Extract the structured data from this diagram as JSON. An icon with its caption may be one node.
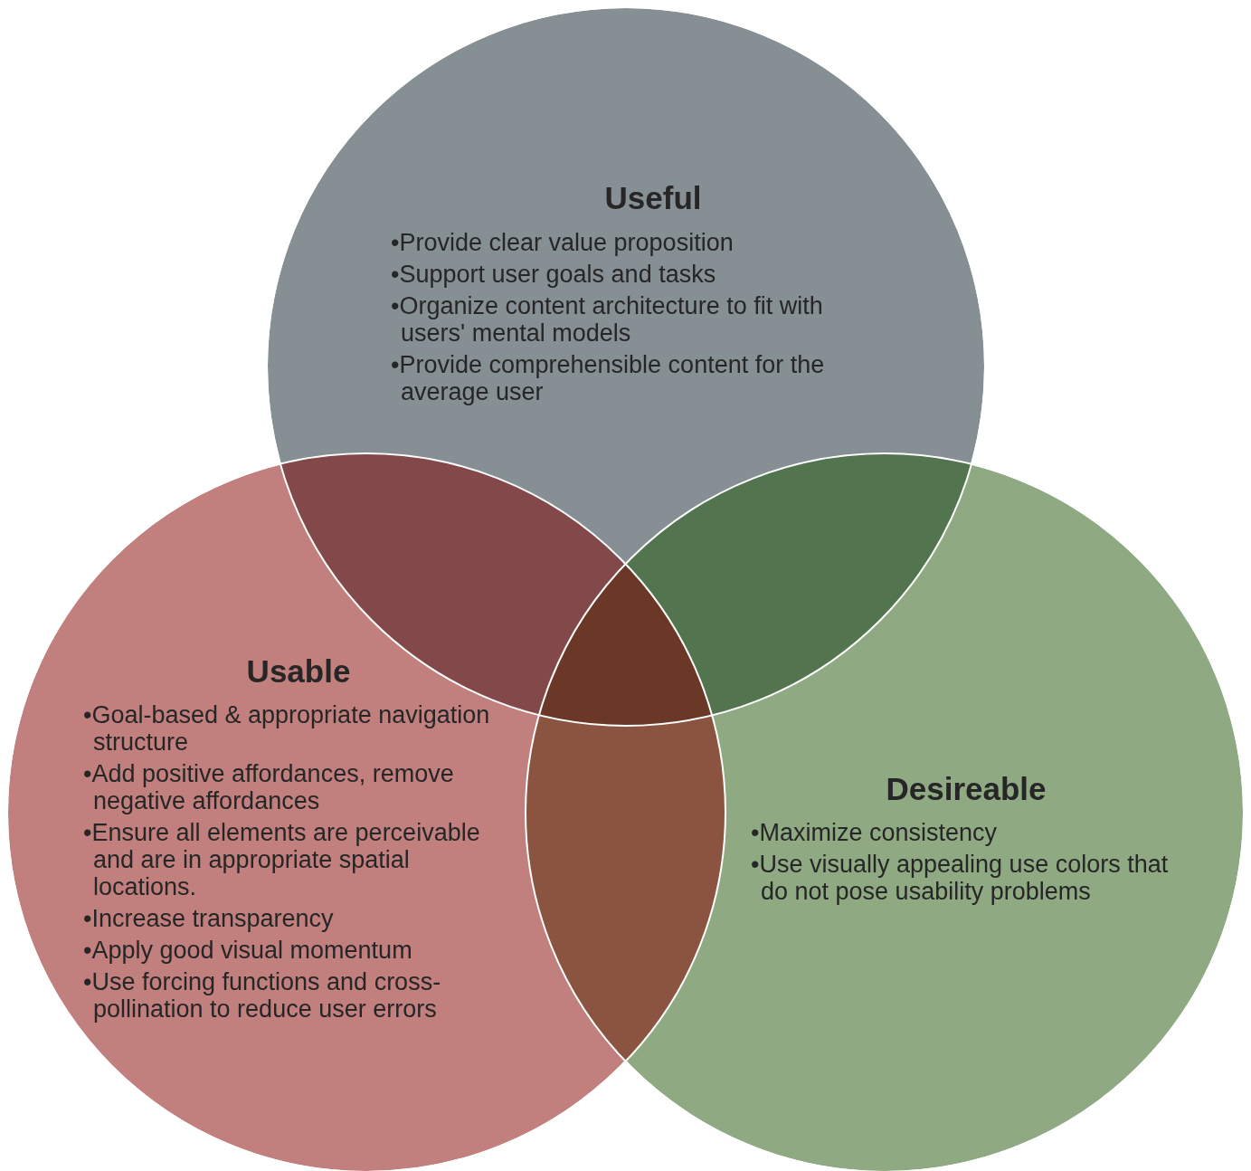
{
  "diagram": {
    "nodes": [
      {
        "text": [
          "Useful",
          "•Provide clear value proposition",
          "•Support user goals and tasks",
          "•Organize content architecture to fit with users' mental models",
          "•Provide comprehensible content for the average user"
        ]
      },
      {
        "text": [
          "Usable",
          "•Goal-based & appropriate navigation structure",
          "•Add positive affordances, remove negative affordances",
          "•Ensure all elements are perceivable and are in appropriate spatial locations.",
          "•Increase transparency",
          "•Apply good visual momentum",
          "•Use forcing functions and cross-pollination to reduce user errors"
        ]
      },
      {
        "text": [
          "Desireable",
          "•Maximize consistency",
          "•Use visually appealing use colors that do not pose usability problems"
        ]
      }
    ]
  }
}
